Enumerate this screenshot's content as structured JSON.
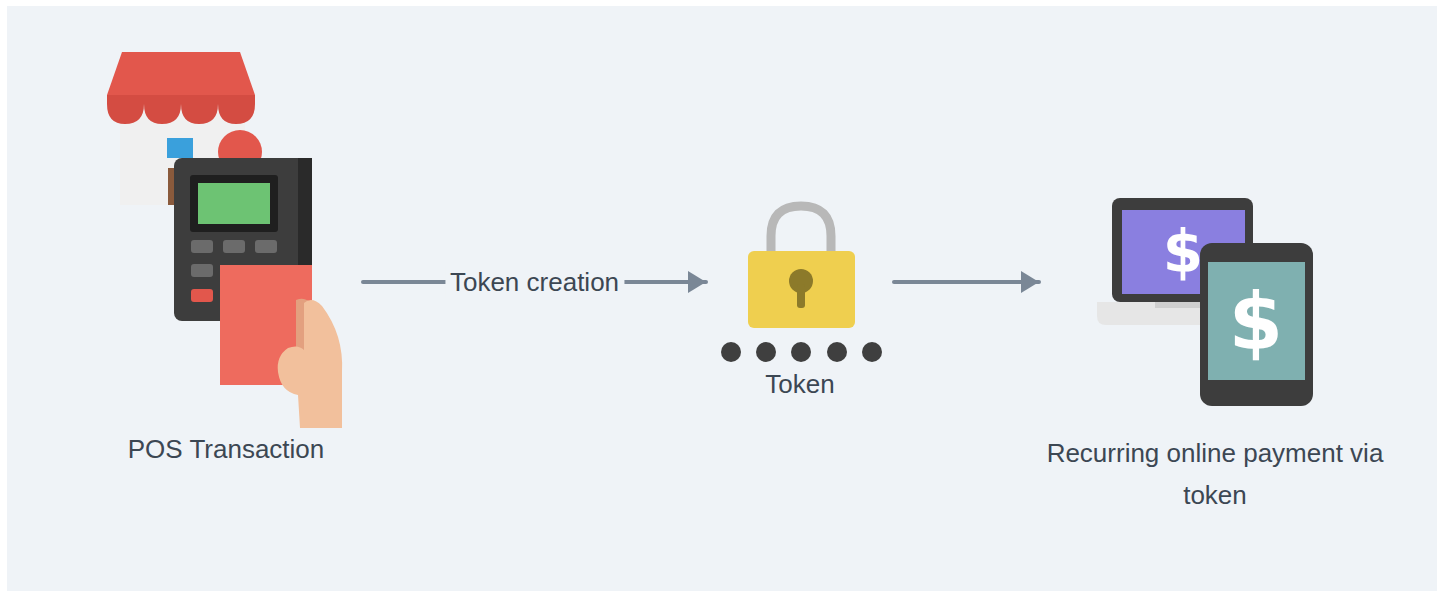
{
  "diagram": {
    "nodes": [
      {
        "text": [
          "POS Transaction"
        ]
      },
      {
        "text": [
          "Token"
        ]
      },
      {
        "text": [
          "Recurring online payment via token"
        ]
      }
    ],
    "edges": [
      {
        "from": 0,
        "to": 1,
        "label": "Token creation",
        "arrow": "to"
      },
      {
        "from": 1,
        "to": 2,
        "arrow": "to"
      }
    ],
    "labels": [
      "$",
      "$"
    ]
  }
}
